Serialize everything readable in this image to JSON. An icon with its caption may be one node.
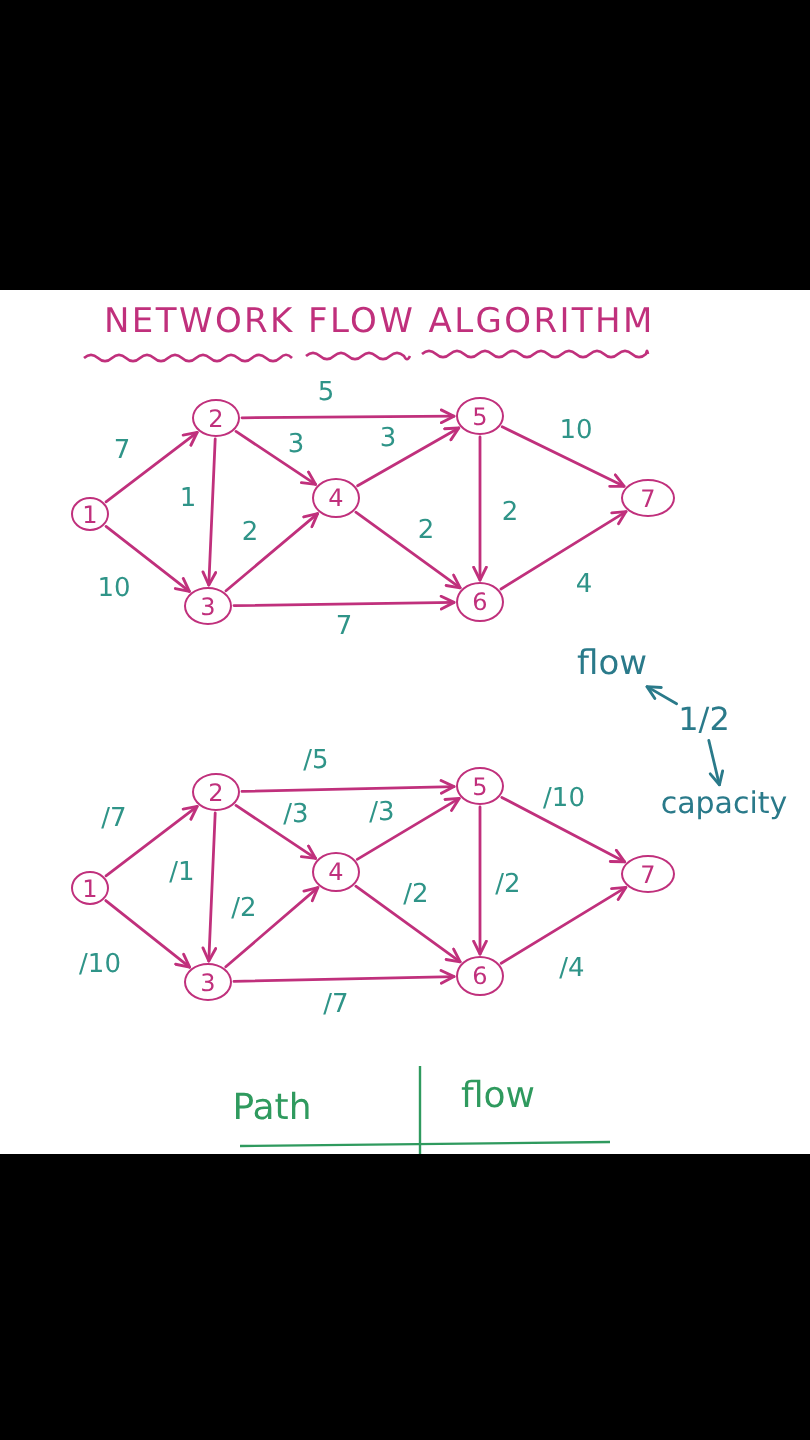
{
  "diagram": {
    "title": "NETWORK FLOW ALGORITHM",
    "nodes": [
      {
        "text": [
          "1"
        ]
      },
      {
        "text": [
          "2"
        ]
      },
      {
        "text": [
          "3"
        ]
      },
      {
        "text": [
          "4"
        ]
      },
      {
        "text": [
          "5"
        ]
      },
      {
        "text": [
          "6"
        ]
      },
      {
        "text": [
          "7"
        ]
      },
      {
        "text": [
          "flow"
        ]
      },
      {
        "text": [
          "1/2"
        ]
      },
      {
        "text": [
          "capacity"
        ]
      },
      {
        "text": [
          "1"
        ]
      },
      {
        "text": [
          "2"
        ]
      },
      {
        "text": [
          "3"
        ]
      },
      {
        "text": [
          "4"
        ]
      },
      {
        "text": [
          "5"
        ]
      },
      {
        "text": [
          "6"
        ]
      },
      {
        "text": [
          "7"
        ]
      }
    ],
    "edges": [
      {
        "from": 0,
        "to": 1,
        "arrow": "to",
        "label": "7"
      },
      {
        "from": 0,
        "to": 2,
        "arrow": "to",
        "label": "10"
      },
      {
        "from": 1,
        "to": 4,
        "arrow": "to",
        "label": "5"
      },
      {
        "from": 1,
        "to": 3,
        "arrow": "to",
        "label": "3"
      },
      {
        "from": 1,
        "to": 2,
        "arrow": "to",
        "label": "1"
      },
      {
        "from": 2,
        "to": 3,
        "arrow": "to",
        "label": "2"
      },
      {
        "from": 2,
        "to": 5,
        "arrow": "to",
        "label": "7"
      },
      {
        "from": 3,
        "to": 4,
        "arrow": "to",
        "label": "3"
      },
      {
        "from": 3,
        "to": 5,
        "arrow": "to",
        "label": "2"
      },
      {
        "from": 4,
        "to": 5,
        "arrow": "to",
        "label": "2"
      },
      {
        "from": 4,
        "to": 6,
        "arrow": "to",
        "label": "10"
      },
      {
        "from": 5,
        "to": 6,
        "arrow": "to",
        "label": "4"
      },
      {
        "from": 8,
        "to": 7,
        "arrow": "to",
        "color": "#2a7a8a"
      },
      {
        "from": 8,
        "to": 9,
        "arrow": "to",
        "color": "#2a7a8a"
      },
      {
        "from": 10,
        "to": 11,
        "arrow": "to",
        "label": "/7"
      },
      {
        "from": 10,
        "to": 12,
        "arrow": "to",
        "label": "/10"
      },
      {
        "from": 11,
        "to": 14,
        "arrow": "to",
        "label": "/5"
      },
      {
        "from": 11,
        "to": 13,
        "arrow": "to",
        "label": "/3"
      },
      {
        "from": 11,
        "to": 12,
        "arrow": "to",
        "label": "/1"
      },
      {
        "from": 12,
        "to": 13,
        "arrow": "to",
        "label": "/2"
      },
      {
        "from": 12,
        "to": 15,
        "arrow": "to",
        "label": "/7"
      },
      {
        "from": 13,
        "to": 14,
        "arrow": "to",
        "label": "/3"
      },
      {
        "from": 13,
        "to": 15,
        "arrow": "to",
        "label": "/2"
      },
      {
        "from": 14,
        "to": 15,
        "arrow": "to",
        "label": "/2"
      },
      {
        "from": 14,
        "to": 16,
        "arrow": "to",
        "label": "/10"
      },
      {
        "from": 15,
        "to": 16,
        "arrow": "to",
        "label": "/4"
      }
    ],
    "labels": [
      "Path",
      "flow"
    ]
  }
}
